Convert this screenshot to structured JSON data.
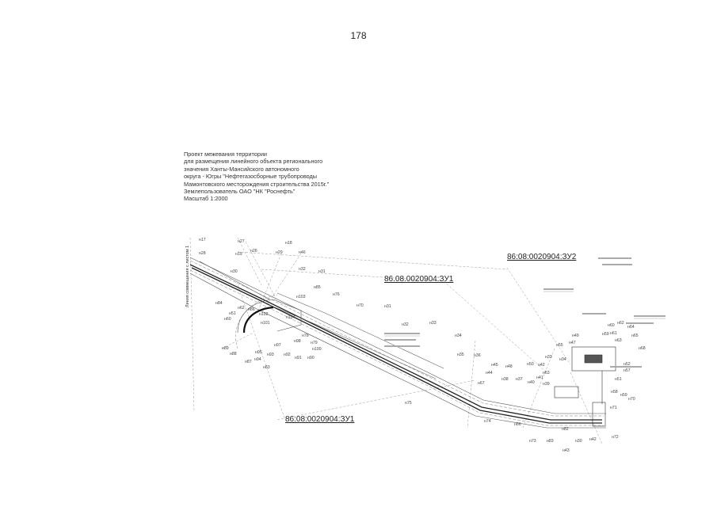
{
  "page_number": "178",
  "title_lines": [
    "Проект межевания территории",
    "для размещения линейного объекта регионального",
    "значения Ханты-Мансийского автономного",
    "округа - Югры \"Нефтегазосборные трубопроводы",
    "Мамонтовского месторождения строительства 2015г.\"",
    "Землепользователь ОАО \"НК \"Роснефть\"",
    "Масштаб 1:2000"
  ],
  "side_note": "Линия совмещения с листом 1",
  "plot_labels": {
    "zu1_upper": "86.08.0020904:ЗУ1",
    "zu2": "86:08:0020904:ЗУ2",
    "zu1_lower": "86:08:0020904:ЗУ1"
  },
  "points": [
    "н17",
    "н28",
    "н27",
    "н26",
    "н18",
    "н29",
    "н46",
    "н19",
    "н30",
    "н32",
    "н31",
    "н85",
    "н103",
    "н76",
    "н84",
    "н62",
    "н86",
    "н102",
    "н104",
    "н51",
    "н60",
    "н101",
    "н70",
    "н31",
    "н32",
    "н33",
    "н78",
    "н97",
    "н98",
    "н79",
    "н100",
    "н89",
    "н88",
    "н95",
    "н93",
    "н92",
    "н91",
    "н90",
    "н87",
    "н94",
    "н83",
    "н34",
    "н35",
    "н36",
    "н45",
    "н44",
    "н67",
    "н38",
    "н37",
    "н48",
    "н50",
    "н42",
    "н63",
    "н41",
    "н40",
    "н39",
    "н33",
    "н34",
    "н55",
    "н47",
    "н49",
    "н60",
    "н62",
    "н64",
    "н65",
    "н68",
    "н61",
    "н59",
    "н63",
    "н52",
    "н57",
    "н51",
    "н58",
    "н59",
    "н70",
    "н71",
    "н75",
    "н74",
    "н66",
    "н73",
    "н83",
    "н82",
    "н30",
    "н42",
    "н72",
    "н43"
  ]
}
